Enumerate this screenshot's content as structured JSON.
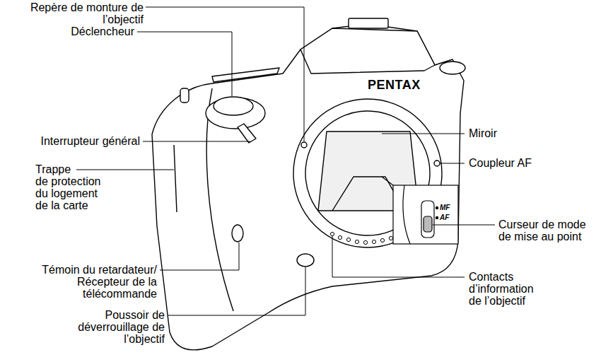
{
  "diagram": {
    "labels": [
      "Repère de monture de l’objectif",
      "Déclencheur",
      "Interrupteur général",
      "Trappe de protection du logement de la carte",
      "Témoin du retardateur/ Récepteur de la télécommande",
      "Poussoir de déverrouillage de l’objectif",
      "Miroir",
      "Coupleur AF",
      "Curseur de mode de mise au point",
      "Contacts d’information de l’objectif",
      "PENTAX",
      "MF",
      "AF"
    ]
  }
}
